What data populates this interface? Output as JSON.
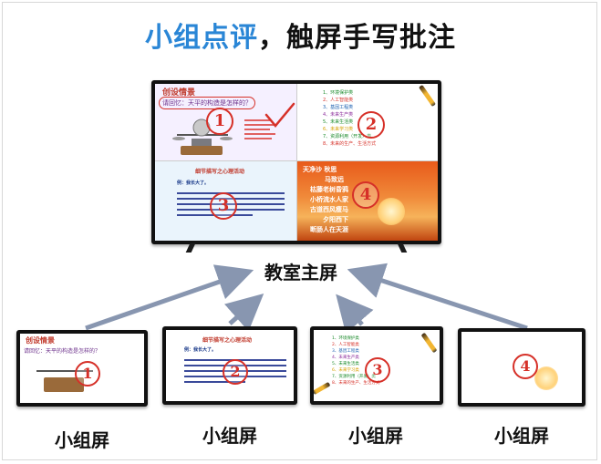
{
  "title": {
    "accent": "小组点评",
    "rest": "，触屏手写批注"
  },
  "main_screen": {
    "label": "教室主屏",
    "quadrants": [
      {
        "heading": "创设情景",
        "question": "请回忆：天平的构造是怎样的？",
        "badge": "1"
      },
      {
        "items": [
          "1、环境保护类",
          "2、人工智能类",
          "3、基因工程类",
          "4、未来生产类",
          "5、未来生活类",
          "6、未来学习类",
          "7、资源利用（开发）类",
          "8、未来的生产、生活方式"
        ],
        "badge": "2"
      },
      {
        "heading": "细节描写之心理活动",
        "sub": "例：我长大了。",
        "badge": "3"
      },
      {
        "poem_title": "天净沙 秋思",
        "lines": [
          "马致远",
          "枯藤老树昏鸦",
          "小桥流水人家",
          "古道西风瘦马",
          "夕阳西下",
          "断肠人在天涯"
        ],
        "badge": "4"
      }
    ]
  },
  "group_screens": [
    {
      "label": "小组屏",
      "badge": "1"
    },
    {
      "label": "小组屏",
      "badge": "2"
    },
    {
      "label": "小组屏",
      "badge": "3"
    },
    {
      "label": "小组屏",
      "badge": "4"
    }
  ],
  "colors": {
    "accent": "#2a86d6",
    "badge": "#d63028",
    "arrow": "#8896b0",
    "tv_bezel": "#111111",
    "sunset": "#e85a1a"
  },
  "icons": [
    "arrow-icon",
    "pen-icon",
    "checkmark-icon",
    "scale-icon"
  ]
}
